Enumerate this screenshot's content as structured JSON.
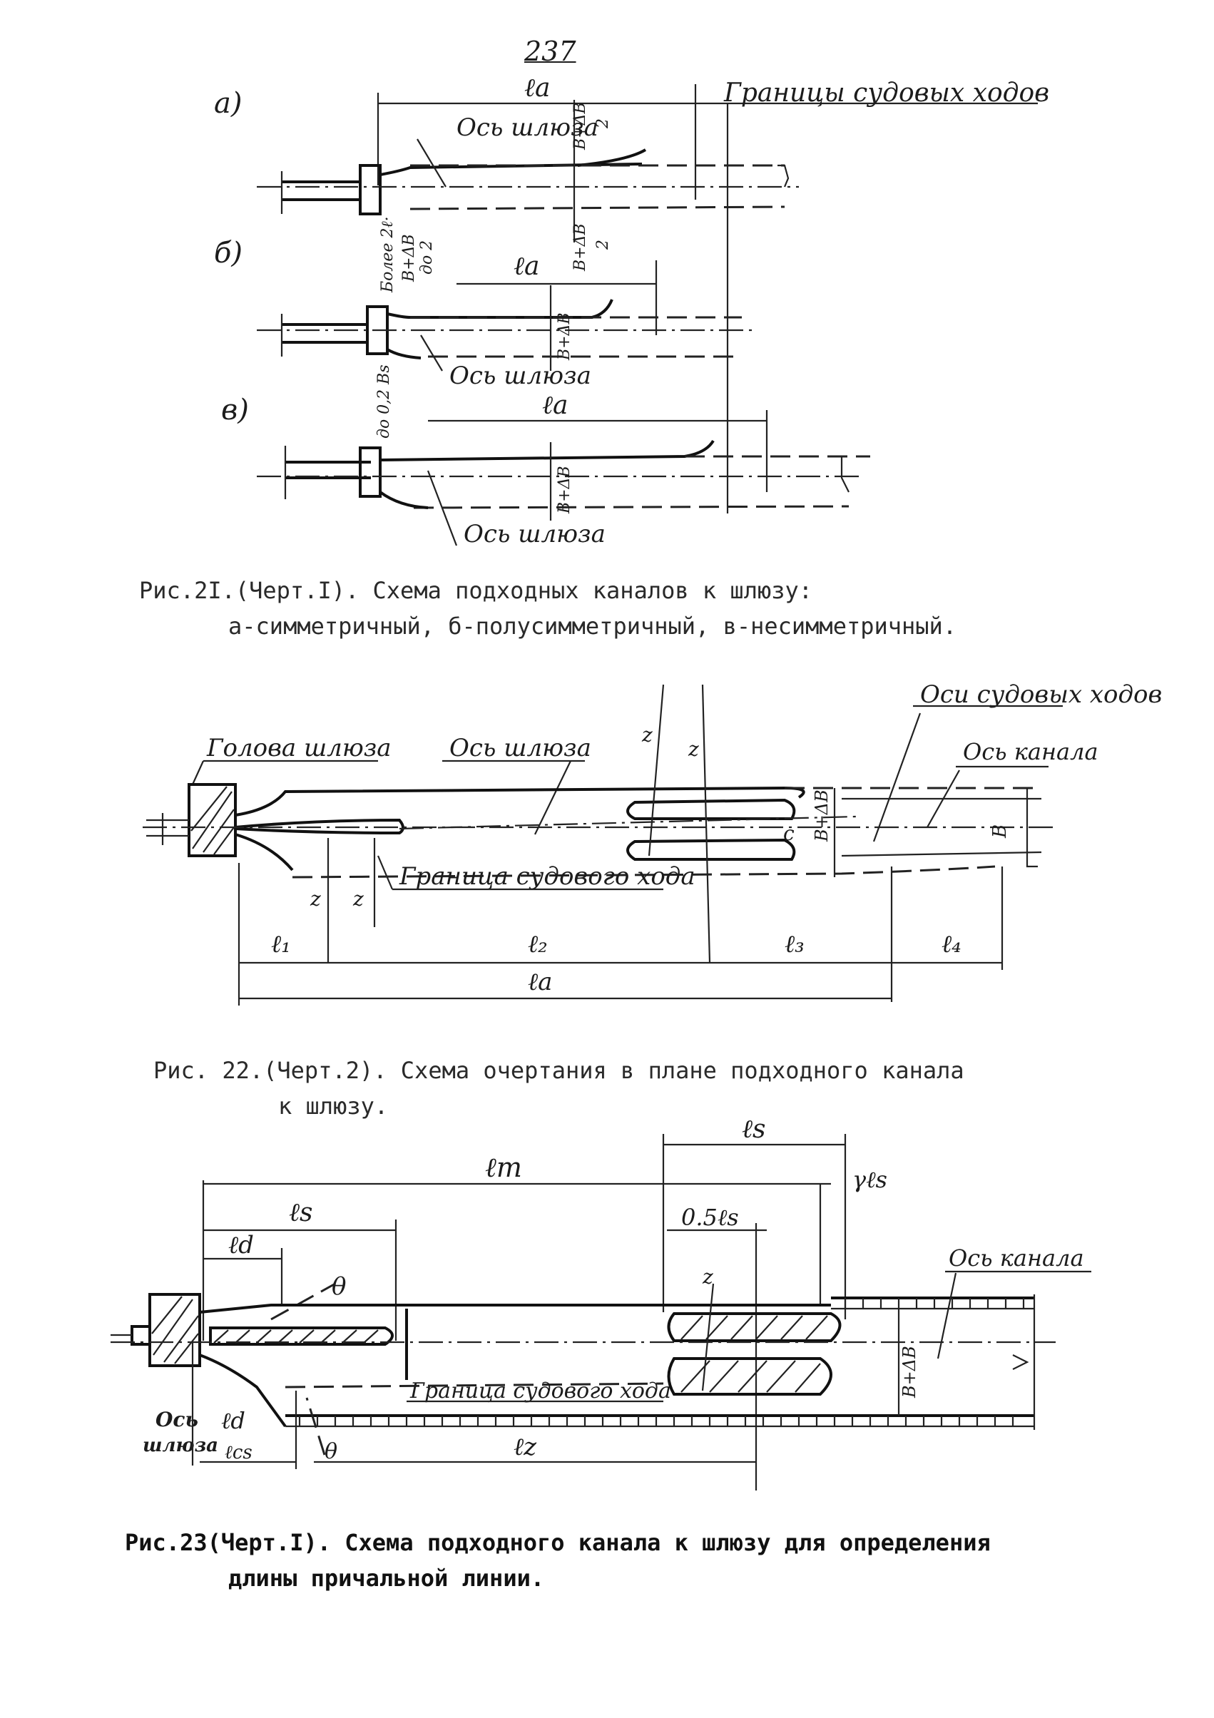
{
  "page_number": "237",
  "figure21": {
    "label_a": "а)",
    "label_b": "б)",
    "label_v": "в)",
    "dim_la": "ℓa",
    "border_label": "Границы судовых ходов",
    "axis_lock": "Ось шлюза",
    "half_width": "B+ΔB",
    "half_div": "2",
    "dim_b_side": "Более 2ℓ·",
    "dim_b_side2": "B+ΔB",
    "dim_b_side3": "до 2",
    "dim_v_side": "до 0,2 Bs",
    "caption_line1": "Рис.2I.(Черт.I). Схема подходных каналов к шлюзу:",
    "caption_line2": "а-симметричный, б-полусимметричный, в-несимметричный."
  },
  "figure22": {
    "head_label": "Голова шлюза",
    "axis_lock": "Ось шлюза",
    "axes_ship": "Оси судовых ходов",
    "axis_channel": "Ось канала",
    "ship_border": "Граница судового хода",
    "z": "z",
    "c": "c",
    "bdb": "B+ΔB",
    "b": "B",
    "l1": "ℓ₁",
    "l2": "ℓ₂",
    "l3": "ℓ₃",
    "l4": "ℓ₄",
    "la": "ℓa",
    "caption_line1": "Рис. 22.(Черт.2). Схема очертания в плане подходного канала",
    "caption_line2": "к шлюзу."
  },
  "figure23": {
    "lm": "ℓm",
    "ls": "ℓs",
    "ls_top": "ℓs",
    "gamma_ls": "γℓs",
    "half_ls": "0.5ℓs",
    "ld": "ℓd",
    "theta": "θ",
    "z": "z",
    "axis_channel": "Ось канала",
    "ship_border": "Граница судового хода",
    "axis_lock1": "Ось",
    "axis_lock2": "шлюза",
    "ld_bottom": "ℓd",
    "lcs": "ℓcs",
    "lz": "ℓz",
    "bdb": "B+ΔB",
    "caption_line1": "Рис.23(Черт.I). Схема подходного канала к шлюзу для определения",
    "caption_line2": "длины причальной линии."
  }
}
